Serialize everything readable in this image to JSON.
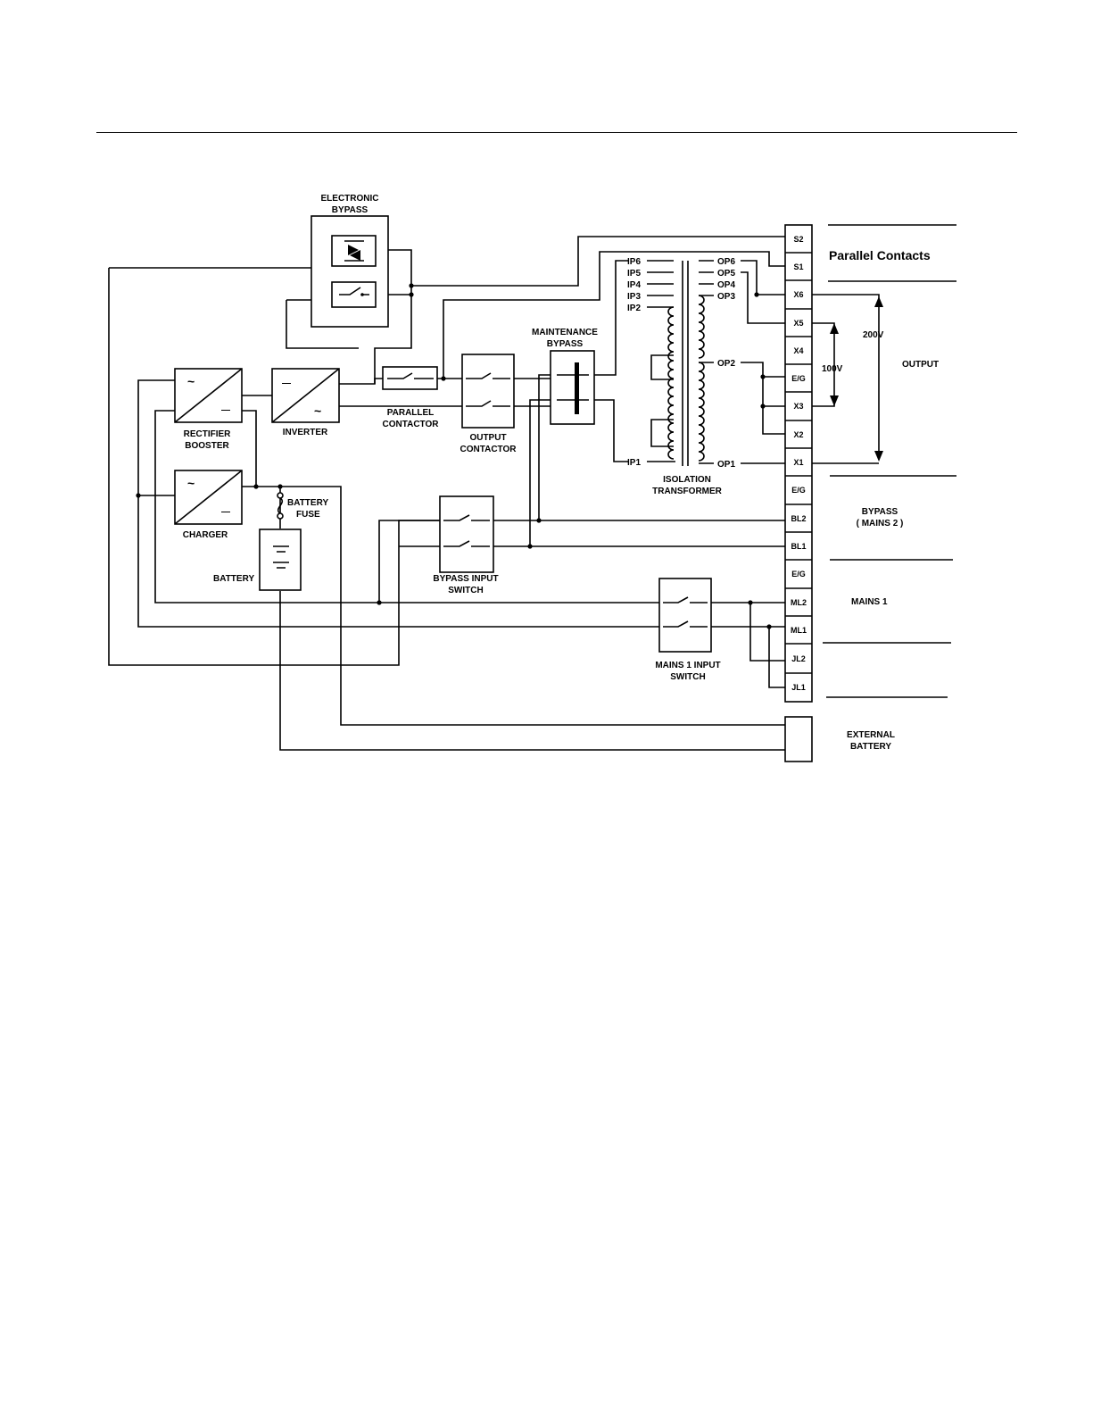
{
  "labels": {
    "electronic_bypass": [
      "ELECTRONIC",
      "BYPASS"
    ],
    "rectifier_booster": [
      "RECTIFIER",
      "BOOSTER"
    ],
    "inverter": "INVERTER",
    "charger": "CHARGER",
    "battery": "BATTERY",
    "battery_fuse": [
      "BATTERY",
      "FUSE"
    ],
    "parallel_contactor": [
      "PARALLEL",
      "CONTACTOR"
    ],
    "output_contactor": [
      "OUTPUT",
      "CONTACTOR"
    ],
    "maintenance_bypass": [
      "MAINTENANCE",
      "BYPASS"
    ],
    "bypass_input_switch": [
      "BYPASS INPUT",
      "SWITCH"
    ],
    "mains1_input_switch": [
      "MAINS 1 INPUT",
      "SWITCH"
    ],
    "isolation_transformer": [
      "ISOLATION",
      "TRANSFORMER"
    ],
    "primary_taps": [
      "IP6",
      "IP5",
      "IP4",
      "IP3",
      "IP2",
      "IP1"
    ],
    "secondary_taps": [
      "OP6",
      "OP5",
      "OP4",
      "OP3",
      "OP2",
      "OP1"
    ],
    "voltage_200": "200V",
    "voltage_100": "100V"
  },
  "terminals": [
    "S2",
    "S1",
    "X6",
    "X5",
    "X4",
    "E/G",
    "X3",
    "X2",
    "X1",
    "E/G",
    "BL2",
    "BL1",
    "E/G",
    "ML2",
    "ML1",
    "JL2",
    "JL1"
  ],
  "groups": {
    "parallel_contacts": "Parallel Contacts",
    "output": "OUTPUT",
    "bypass": [
      "BYPASS",
      "( MAINS 2 )"
    ],
    "mains1": "MAINS 1",
    "external_battery": [
      "EXTERNAL",
      "BATTERY"
    ]
  },
  "symbols": {
    "ac": "~",
    "dc": "—"
  }
}
